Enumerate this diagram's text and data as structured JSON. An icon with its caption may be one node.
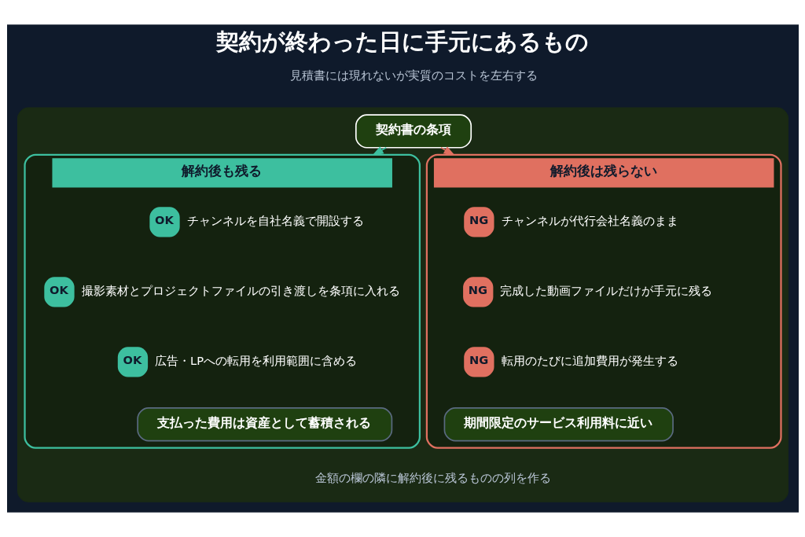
{
  "diagram": {
    "title": "契約が終わった日に手元にあるもの",
    "nodes": [
      {
        "text": [],
        "shape": "box"
      },
      {
        "text": [
          "契約書の条項"
        ],
        "in": 0
      },
      {
        "text": [
          "解約後も残る"
        ],
        "in": 0
      },
      {
        "text": [
          "OK"
        ],
        "beside": [
          "チャンネルを自社名義で開設する"
        ],
        "in": 2
      },
      {
        "text": [
          "OK"
        ],
        "beside": [
          "撮影素材とプロジェクトファイルの引き渡しを条項に入れる"
        ],
        "in": 2
      },
      {
        "text": [
          "OK"
        ],
        "beside": [
          "広告・LPへの転用を利用範囲に含める"
        ],
        "in": 2
      },
      {
        "text": [
          "支払った費用は資産として蓄積される"
        ],
        "in": 2
      },
      {
        "text": [
          "解約後は残らない"
        ],
        "in": 0
      },
      {
        "text": [
          "NG"
        ],
        "beside": [
          "チャンネルが代行会社名義のまま"
        ],
        "in": 7
      },
      {
        "text": [
          "NG"
        ],
        "beside": [
          "完成した動画ファイルだけが手元に残る"
        ],
        "in": 7
      },
      {
        "text": [
          "NG"
        ],
        "beside": [
          "転用のたびに追加費用が発生する"
        ],
        "in": 7
      },
      {
        "text": [
          "期間限定のサービス利用料に近い"
        ],
        "in": 7
      }
    ],
    "edges": [
      {
        "from": 1,
        "to": 2,
        "arrow": "to",
        "color": "#3dbf9f"
      },
      {
        "from": 1,
        "to": 7,
        "arrow": "to",
        "color": "#e07060"
      }
    ],
    "labels": [
      "見積書には現れないが実質のコストを左右する",
      "金額の欄の隣に解約後に残るものの列を作る"
    ]
  }
}
